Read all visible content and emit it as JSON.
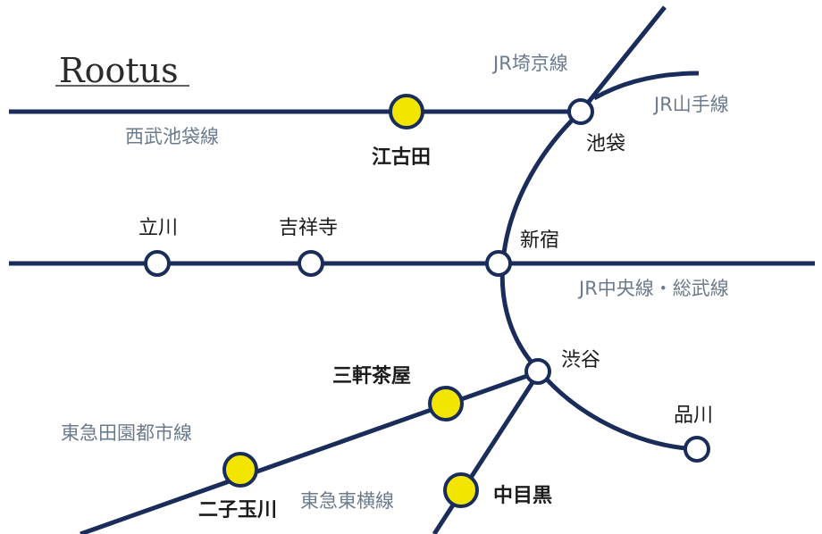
{
  "logo": {
    "text": "Rootus"
  },
  "colors": {
    "line": "#1a2d5a",
    "highlight_fill": "#f2e600",
    "station_fill": "#ffffff",
    "line_label": "#6b7a8c",
    "station_label": "#1b1b1b"
  },
  "lines": {
    "saikyo": "JR埼京線",
    "yamanote": "JR山手線",
    "seibu": "西武池袋線",
    "chuo": "JR中央線・総武線",
    "denentoshi": "東急田園都市線",
    "toyoko": "東急東横線"
  },
  "stations": {
    "ikebukuro": "池袋",
    "ekoda": "江古田",
    "tachikawa": "立川",
    "kichijoji": "吉祥寺",
    "shinjuku": "新宿",
    "shibuya": "渋谷",
    "shinagawa": "品川",
    "sangenjaya": "三軒茶屋",
    "futakotamagawa": "二子玉川",
    "nakameguro": "中目黒"
  }
}
